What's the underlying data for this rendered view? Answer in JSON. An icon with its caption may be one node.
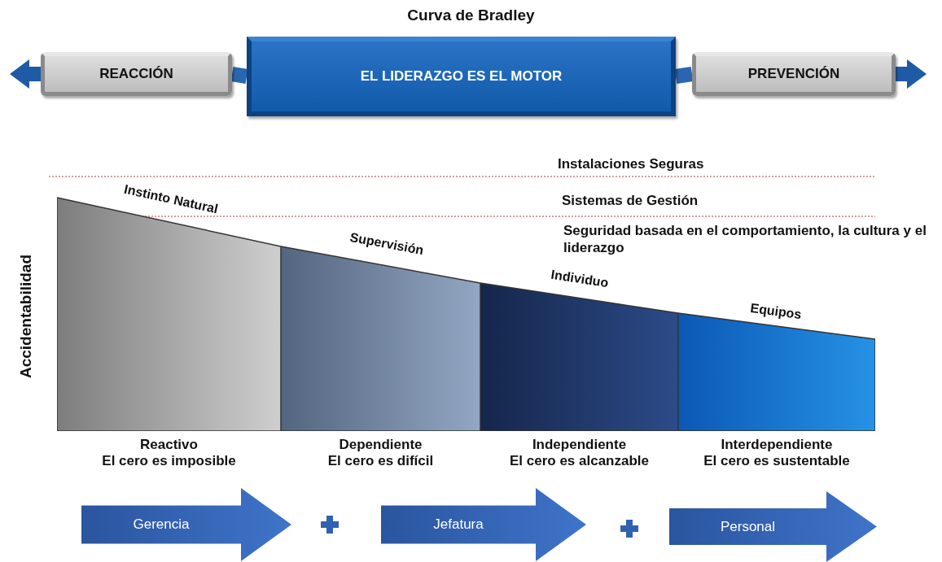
{
  "diagram": {
    "title": "Curva de Bradley",
    "nodes": [
      {
        "text": [
          "REACCIÓN"
        ]
      },
      {
        "text": [
          "EL LIDERAZGO ES EL MOTOR"
        ]
      },
      {
        "text": [
          "PREVENCIÓN"
        ]
      },
      {
        "text": [
          "Instinto Natural"
        ],
        "beside": [
          "Reactivo",
          "El cero es imposible"
        ]
      },
      {
        "text": [
          "Supervisión"
        ],
        "beside": [
          "Dependiente",
          "El cero es difícil"
        ]
      },
      {
        "text": [
          "Individuo"
        ],
        "beside": [
          "Independiente",
          "El cero es alcanzable"
        ]
      },
      {
        "text": [
          "Equipos"
        ],
        "beside": [
          "Interdependiente",
          "El cero es sustentable"
        ]
      },
      {
        "text": [
          "Gerencia"
        ]
      },
      {
        "text": [
          "Jefatura"
        ]
      },
      {
        "text": [
          "Personal"
        ]
      }
    ],
    "edges": [
      {
        "from": 1,
        "to": 0,
        "arrow": "none"
      },
      {
        "from": 1,
        "to": 2,
        "arrow": "none"
      }
    ],
    "labels": [
      "Instalaciones Seguras",
      "Sistemas de Gestión",
      "Seguridad basada en el comportamiento, la cultura y el liderazgo",
      "Accidentabilidad"
    ]
  }
}
